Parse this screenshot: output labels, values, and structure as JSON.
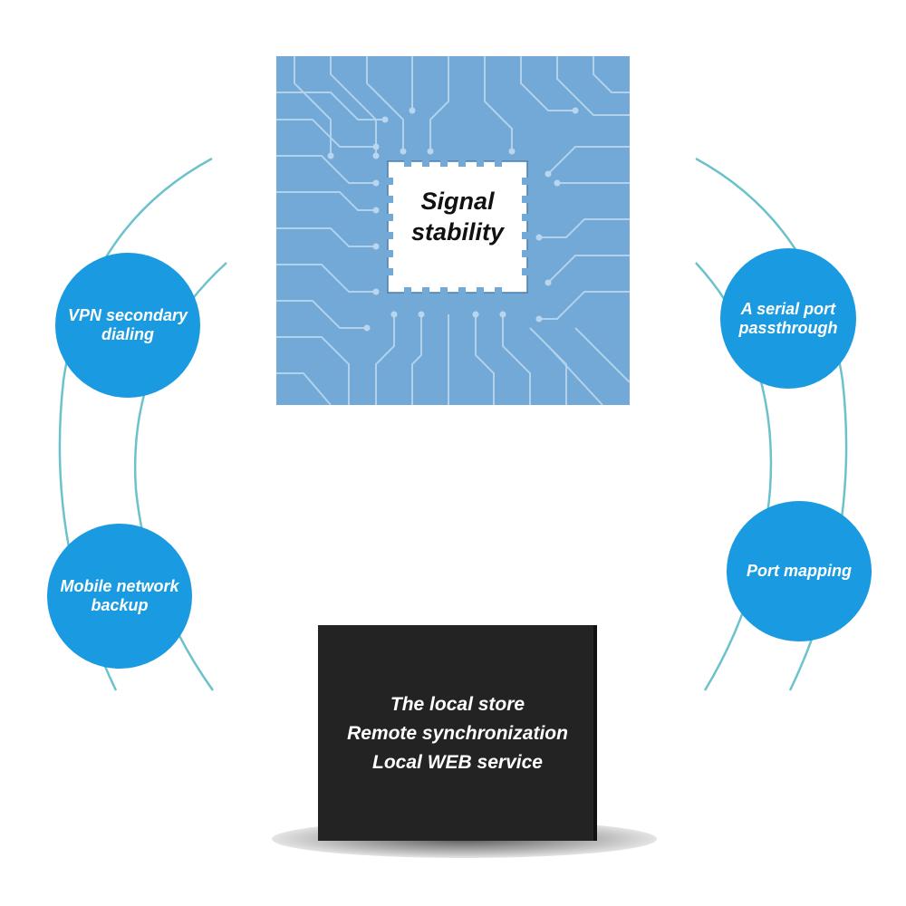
{
  "center_chip": {
    "label_line1": "Signal",
    "label_line2": "stability",
    "color": "#72a9d6"
  },
  "features": {
    "vpn": {
      "line1": "VPN secondary",
      "line2": "dialing"
    },
    "mobile_backup": {
      "line1": "Mobile network",
      "line2": "backup"
    },
    "serial_port": {
      "line1": "A serial port",
      "line2": "passthrough"
    },
    "port_mapping": {
      "line1": "Port mapping"
    }
  },
  "device": {
    "line1": "The local store",
    "line2": "Remote synchronization",
    "line3": "Local WEB service"
  },
  "colors": {
    "bubble": "#1a9ae0",
    "arc": "#6cc2cc",
    "device": "#232323"
  }
}
